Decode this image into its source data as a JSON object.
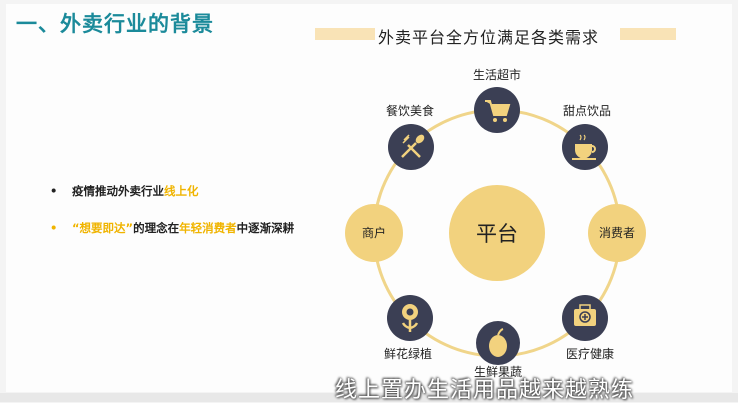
{
  "slide": {
    "title": "一、外卖行业的背景",
    "bullets": [
      {
        "parts": [
          {
            "text": "疫情推动外卖行业",
            "highlight": false
          },
          {
            "text": "线上化",
            "highlight": true
          }
        ]
      },
      {
        "parts": [
          {
            "text": "“想要即达”",
            "highlight": true
          },
          {
            "text": "的理念在",
            "highlight": false
          },
          {
            "text": "年轻消费者",
            "highlight": true
          },
          {
            "text": "中逐渐深耕",
            "highlight": false
          }
        ]
      }
    ],
    "bullet_symbol": "•",
    "diagram": {
      "title": "外卖平台全方位满足各类需求",
      "center": "平台",
      "left": "商户",
      "right": "消费者",
      "categories": [
        {
          "label": "生活超市",
          "icon": "shopping-cart-icon"
        },
        {
          "label": "甜点饮品",
          "icon": "coffee-cup-icon"
        },
        {
          "label": "医疗健康",
          "icon": "medical-kit-icon"
        },
        {
          "label": "生鲜果蔬",
          "icon": "apple-icon"
        },
        {
          "label": "鲜花绿植",
          "icon": "flower-icon"
        },
        {
          "label": "餐饮美食",
          "icon": "spoon-fork-icon"
        }
      ]
    }
  },
  "subtitle_caption": "线上置办生活用品越来越熟练",
  "colors": {
    "title": "#1b8a9a",
    "highlight": "#f0b400",
    "node_dark": "#3b3f54",
    "gold": "#f2d27e",
    "ring": "#f0d58a"
  }
}
